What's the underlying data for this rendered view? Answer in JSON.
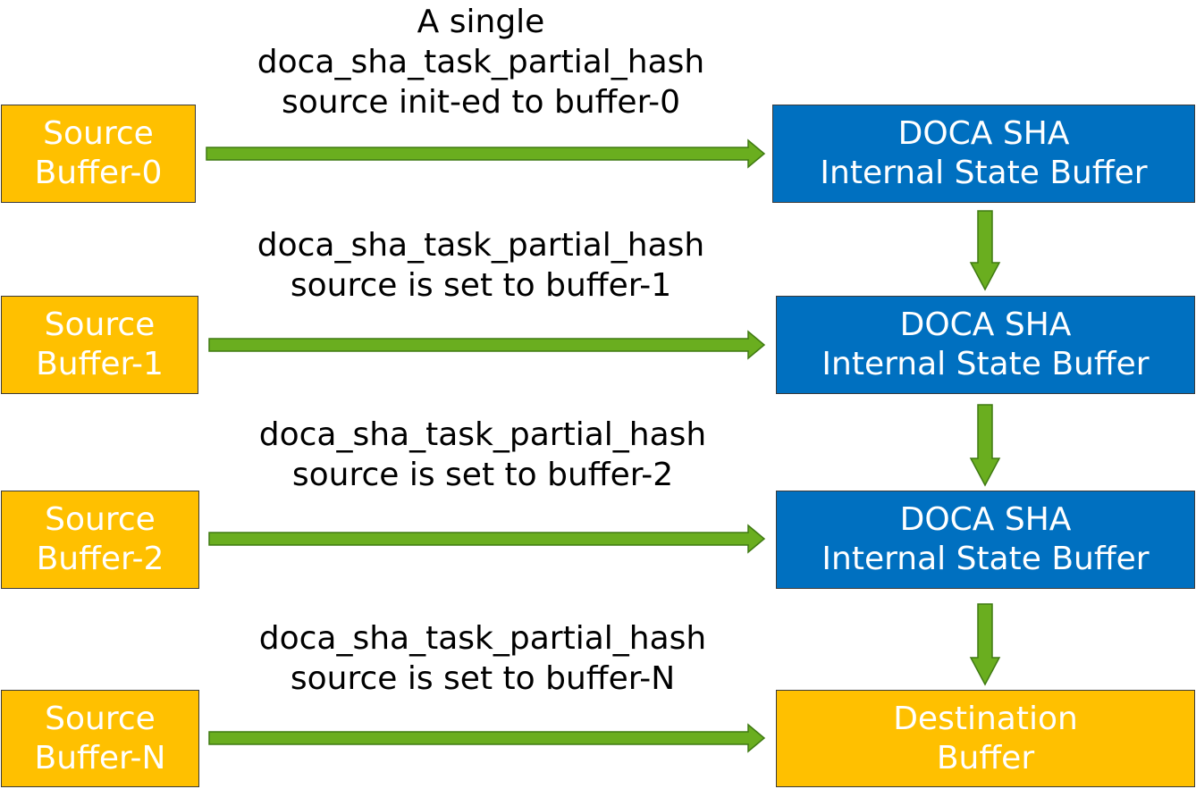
{
  "sources": [
    {
      "line1": "Source",
      "line2": "Buffer-0"
    },
    {
      "line1": "Source",
      "line2": "Buffer-1"
    },
    {
      "line1": "Source",
      "line2": "Buffer-2"
    },
    {
      "line1": "Source",
      "line2": "Buffer-N"
    }
  ],
  "states": [
    {
      "line1": "DOCA SHA",
      "line2": "Internal State Buffer"
    },
    {
      "line1": "DOCA SHA",
      "line2": "Internal State Buffer"
    },
    {
      "line1": "DOCA SHA",
      "line2": "Internal State Buffer"
    }
  ],
  "destination": {
    "line1": "Destination",
    "line2": "Buffer"
  },
  "captions": [
    {
      "line1": "A single",
      "line2": "doca_sha_task_partial_hash",
      "line3": "source init-ed to buffer-0"
    },
    {
      "line1": "doca_sha_task_partial_hash",
      "line2": "source is set to buffer-1"
    },
    {
      "line1": "doca_sha_task_partial_hash",
      "line2": "source is set to buffer-2"
    },
    {
      "line1": "doca_sha_task_partial_hash",
      "line2": "source is set to buffer-N"
    }
  ],
  "colors": {
    "source_fill": "#ffc000",
    "state_fill": "#0070c0",
    "destination_fill": "#ffc000",
    "arrow_fill": "#6aae1f",
    "arrow_stroke": "#3f7a12"
  }
}
